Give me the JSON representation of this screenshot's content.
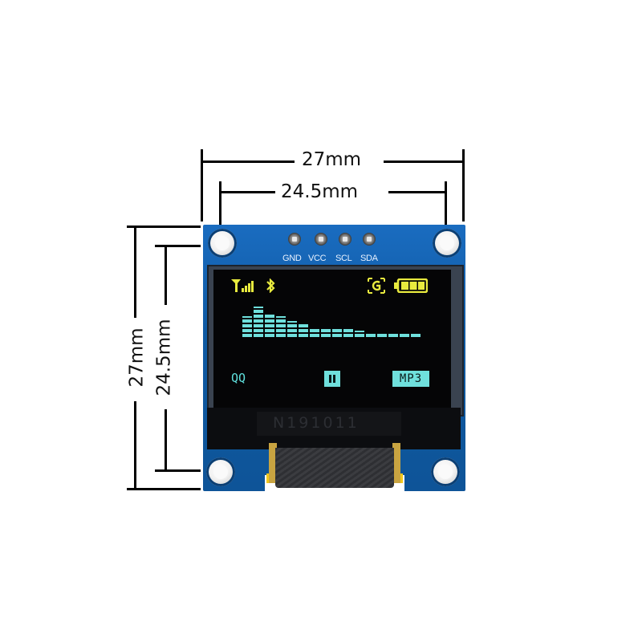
{
  "dimensions": {
    "top_outer": "27mm",
    "top_inner": "24.5mm",
    "left_outer": "27mm",
    "left_inner": "24.5mm"
  },
  "header_pins": [
    {
      "label": "GND"
    },
    {
      "label": "VCC"
    },
    {
      "label": "SCL"
    },
    {
      "label": "SDA"
    }
  ],
  "fpc_marking": "N191011",
  "oled": {
    "colors": {
      "top_zone": "#e8ea3e",
      "bottom_zone": "#5fe1dd",
      "background": "#050506"
    },
    "status_bar": {
      "left_icons": [
        "signal-antenna-icon",
        "bluetooth-icon"
      ],
      "right_icons": [
        "gps-g-icon",
        "battery-full-icon"
      ]
    },
    "equalizer": {
      "columns": 16,
      "segments": [
        4,
        6,
        5,
        4,
        3,
        3,
        2,
        2,
        2,
        2,
        1,
        1,
        1,
        1,
        1,
        1
      ],
      "caps": [
        1,
        1,
        0,
        1,
        1,
        0,
        0,
        0,
        0,
        0,
        1,
        0,
        0,
        0,
        0,
        0
      ]
    },
    "bottom_bar": {
      "left_text": "QQ",
      "center_icon": "pause-icon",
      "right_label": "MP3"
    }
  }
}
